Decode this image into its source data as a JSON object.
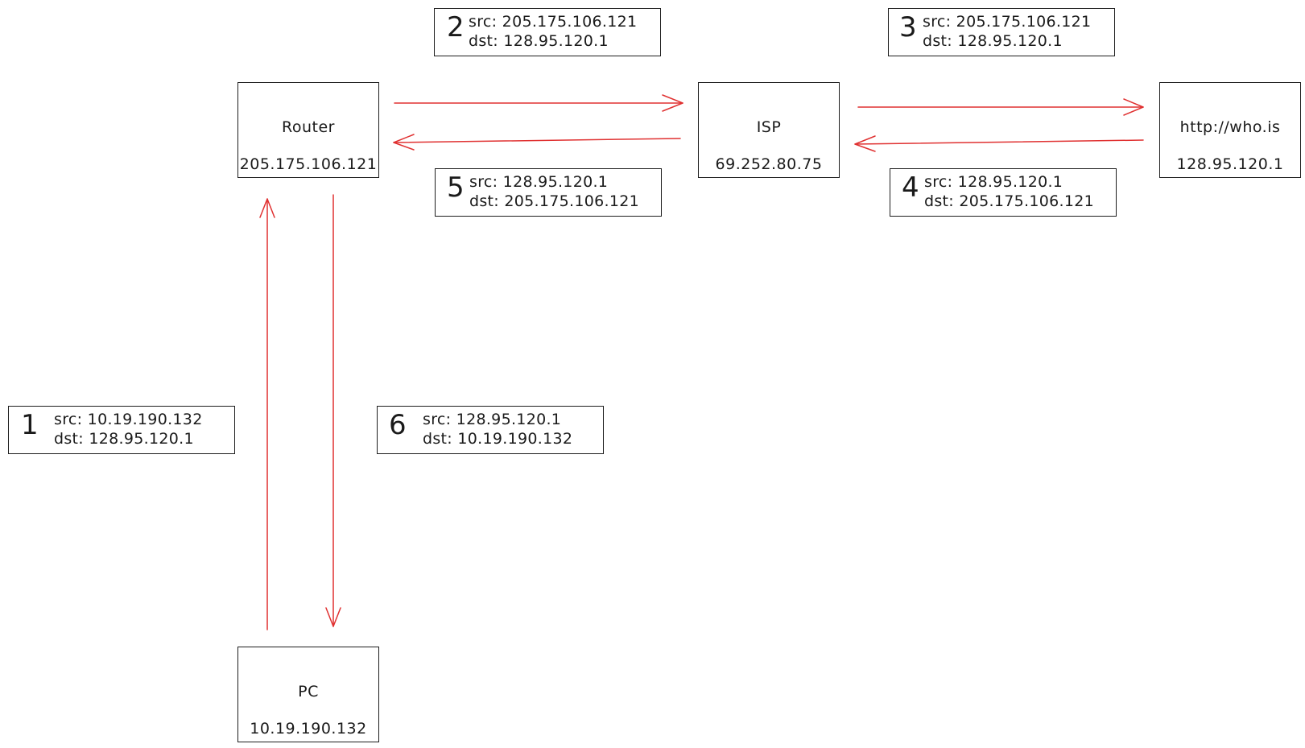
{
  "nodes": {
    "router": {
      "name": "Router",
      "ip": "205.175.106.121"
    },
    "isp": {
      "name": "ISP",
      "ip": "69.252.80.75"
    },
    "whois": {
      "name": "http://who.is",
      "ip": "128.95.120.1"
    },
    "pc": {
      "name": "PC",
      "ip": "10.19.190.132"
    }
  },
  "packets": [
    {
      "step": "1",
      "src": "src: 10.19.190.132",
      "dst": "dst: 128.95.120.1"
    },
    {
      "step": "2",
      "src": "src: 205.175.106.121",
      "dst": "dst: 128.95.120.1"
    },
    {
      "step": "3",
      "src": "src: 205.175.106.121",
      "dst": "dst: 128.95.120.1"
    },
    {
      "step": "4",
      "src": "src: 128.95.120.1",
      "dst": "dst: 205.175.106.121"
    },
    {
      "step": "5",
      "src": "src: 128.95.120.1",
      "dst": "dst: 205.175.106.121"
    },
    {
      "step": "6",
      "src": "src: 128.95.120.1",
      "dst": "dst: 10.19.190.132"
    }
  ],
  "colors": {
    "arrow": "#e03131",
    "stroke": "#1e1e1e"
  }
}
